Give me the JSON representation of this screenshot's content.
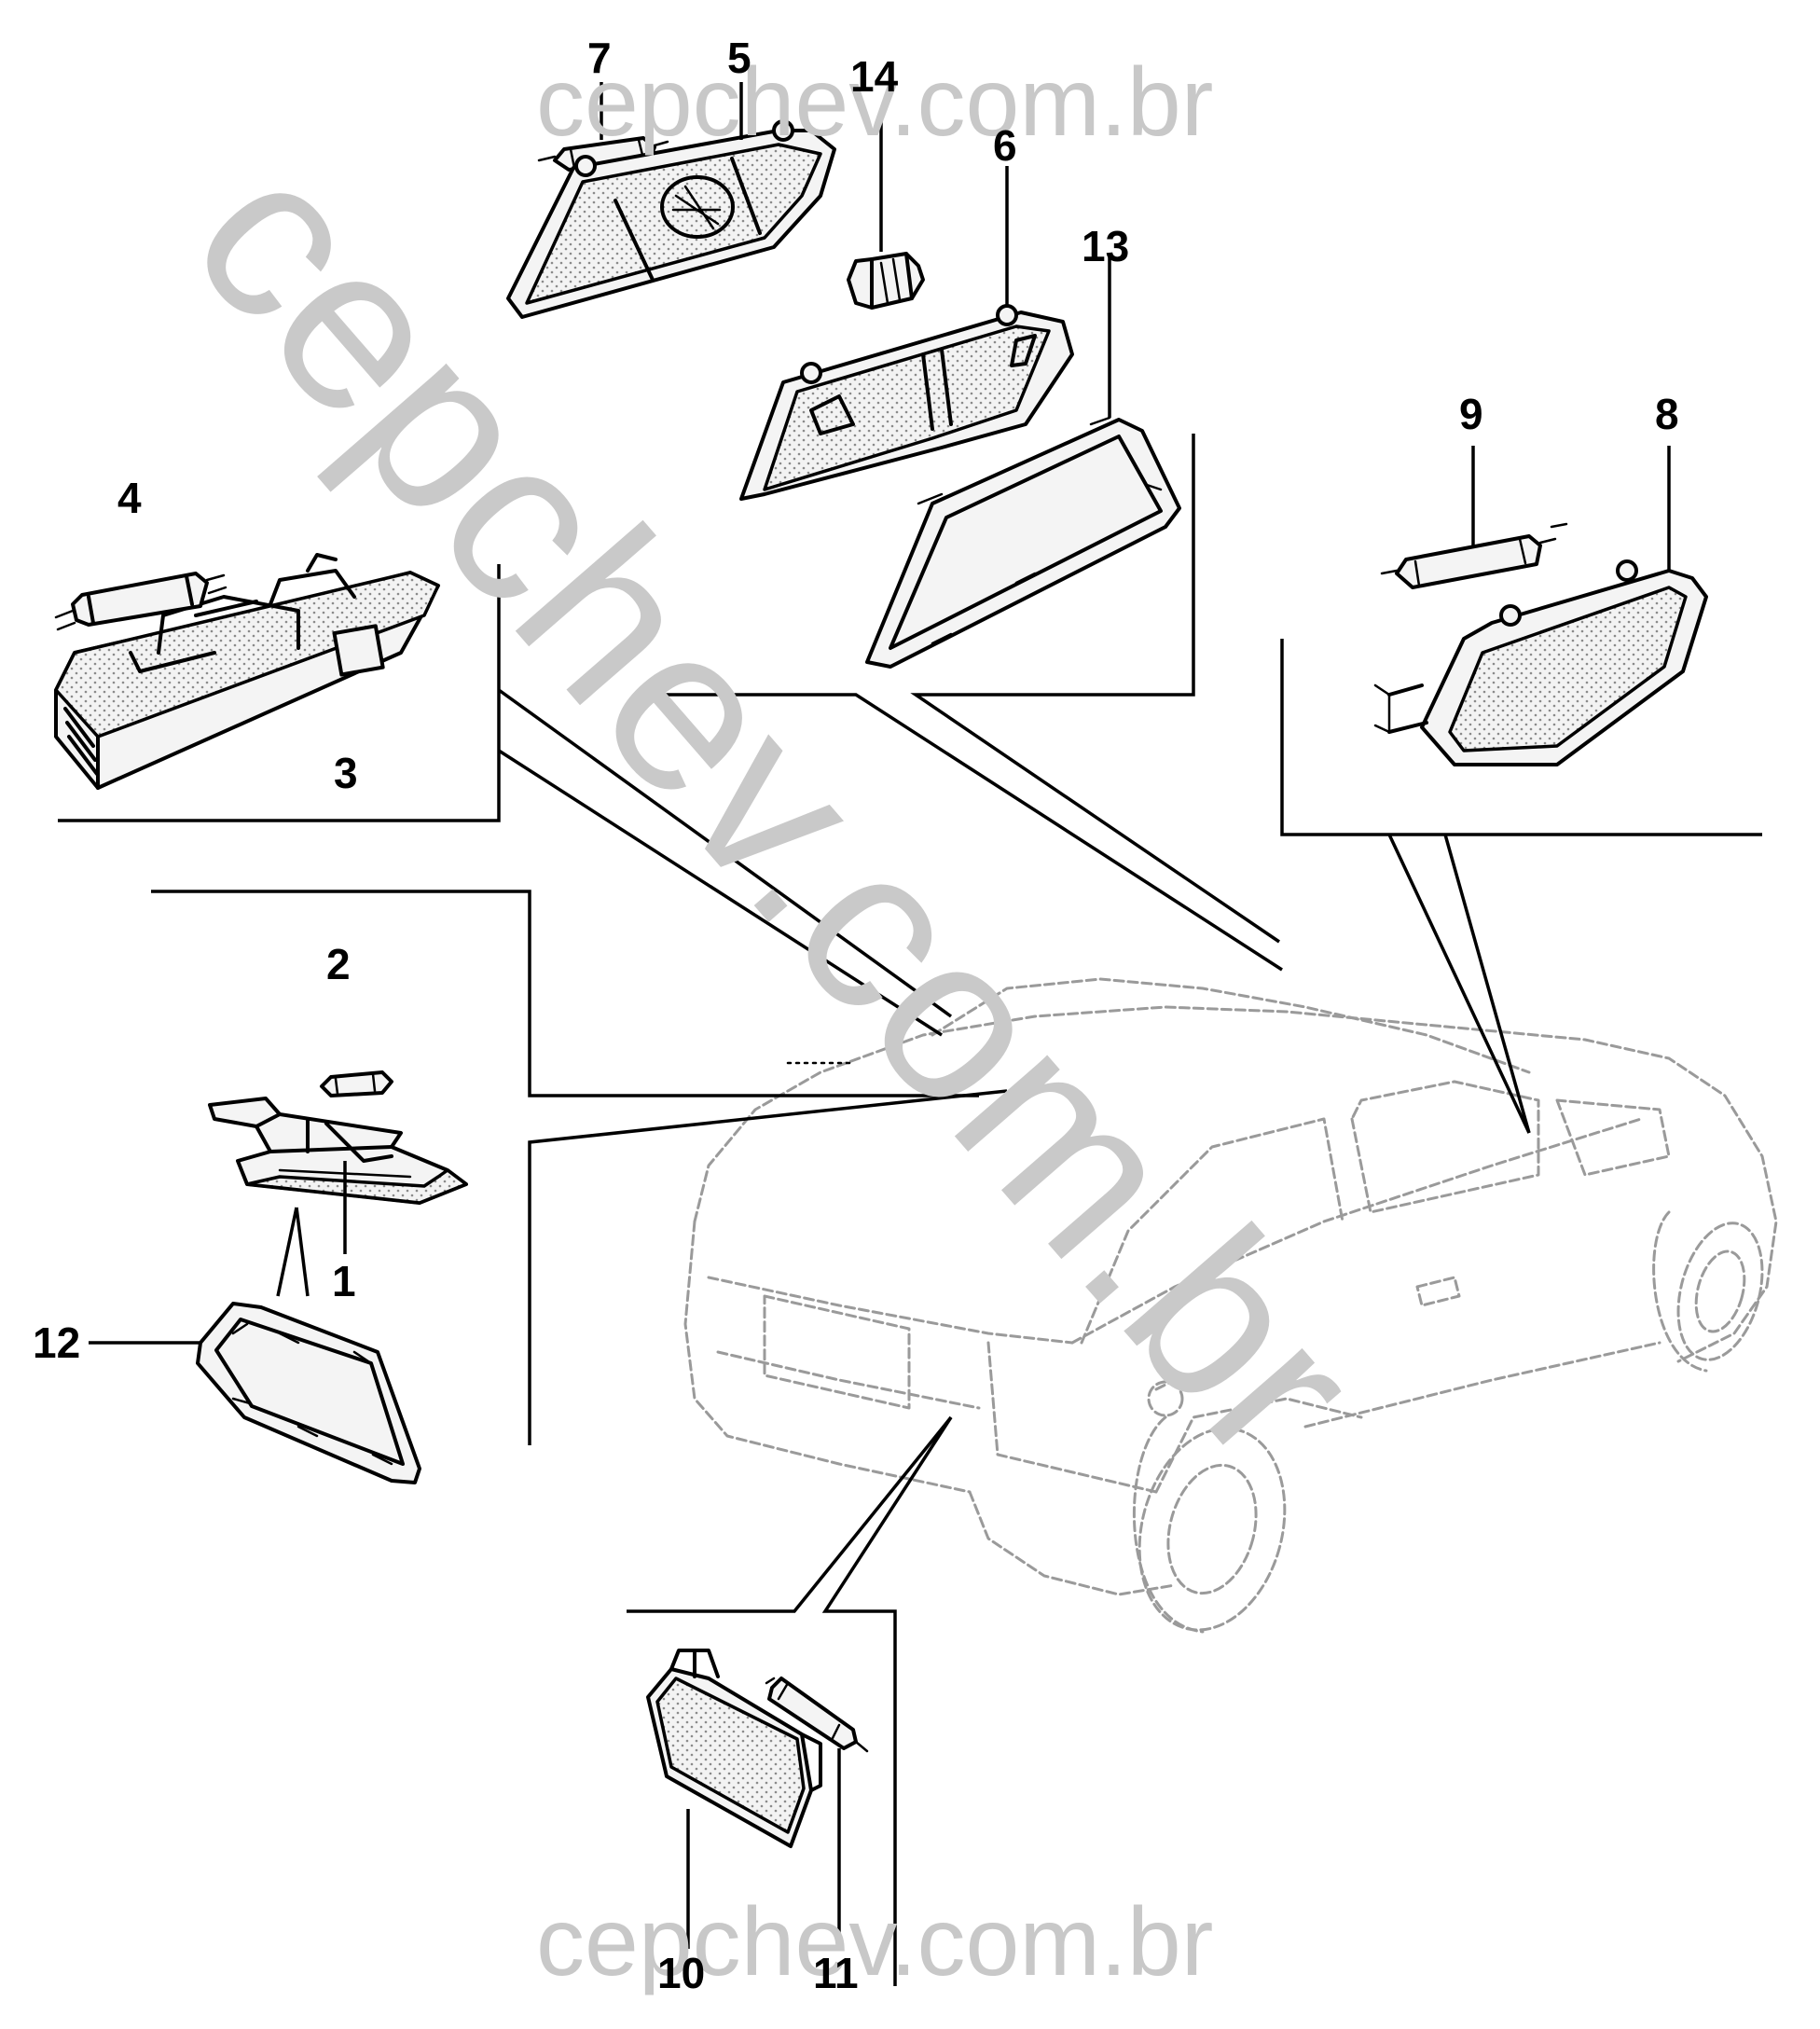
{
  "watermarks": {
    "top": "cepchev.com.br",
    "bottom": "cepchev.com.br",
    "diagonal": "cepchev.com.br"
  },
  "callouts": {
    "c1": "1",
    "c2": "2",
    "c3": "3",
    "c4": "4",
    "c5": "5",
    "c6": "6",
    "c7": "7",
    "c8": "8",
    "c9": "9",
    "c10": "10",
    "c11": "11",
    "c12": "12",
    "c13": "13",
    "c14": "14"
  },
  "colors": {
    "ink": "#000000",
    "watermark": "#c8c8c8",
    "car_outline": "#9a9a9a",
    "background": "#ffffff"
  }
}
